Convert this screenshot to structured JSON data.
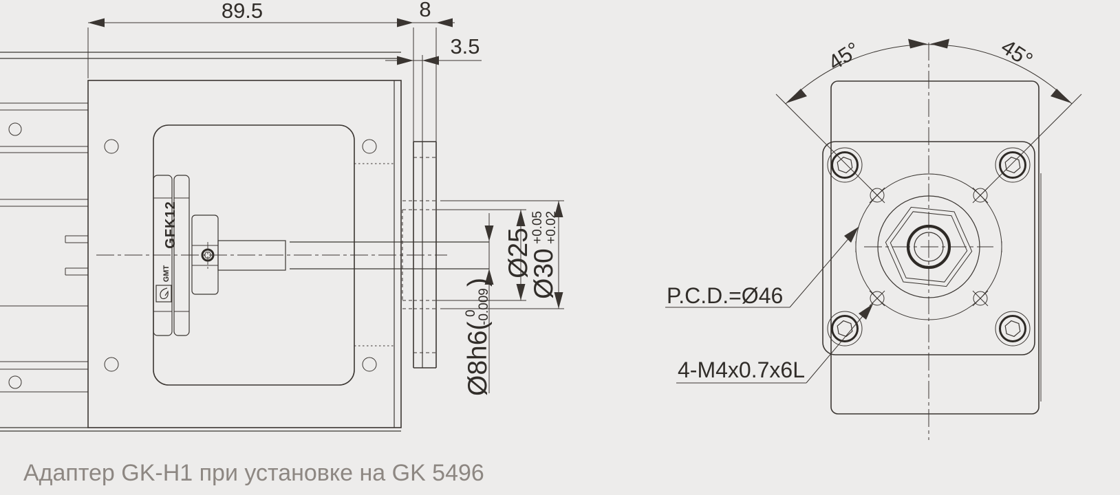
{
  "colors": {
    "background": "#edeceb",
    "line": "#3a3531",
    "text": "#312d29",
    "caption": "#8d8782"
  },
  "caption": {
    "text": "Адаптер GK-H1 при установке на GK 5496"
  },
  "side_view": {
    "dim_total_width": "89.5",
    "dim_plate_total_thickness": "8",
    "dim_plate_boss_thickness": "3.5",
    "dim_counterbore": "Ø25",
    "dim_pilot_bore": "Ø30",
    "dim_pilot_tol_upper": "+0.05",
    "dim_pilot_tol_lower": "+0.02",
    "dim_shaft_open": "Ø8h6(",
    "dim_shaft_tol_upper": "0",
    "dim_shaft_tol_lower": "-0.009",
    "dim_shaft_close": ")",
    "coupling_model": "GFK12",
    "coupling_brand": "GMT"
  },
  "front_view": {
    "dim_angle_left": "45°",
    "dim_angle_right": "45°",
    "label_pcd": "P.C.D.=Ø46",
    "label_screws": "4-M4x0.7x6L"
  }
}
